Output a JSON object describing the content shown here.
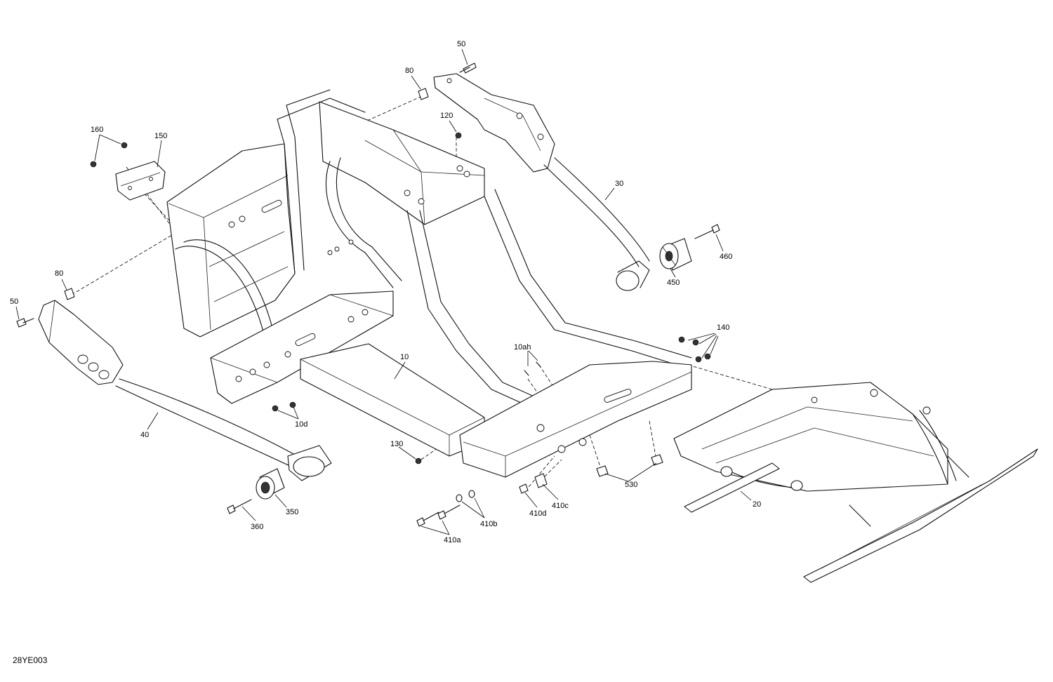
{
  "diagram_code": "28YE003",
  "callouts": {
    "c10": "10",
    "c10ah": "10ah",
    "c10d": "10d",
    "c20": "20",
    "c30": "30",
    "c40": "40",
    "c50_top": "50",
    "c50_left": "50",
    "c80_top": "80",
    "c80_left": "80",
    "c120": "120",
    "c130": "130",
    "c140": "140",
    "c150": "150",
    "c160": "160",
    "c350": "350",
    "c360": "360",
    "c410a": "410a",
    "c410b": "410b",
    "c410c": "410c",
    "c410d": "410d",
    "c450": "450",
    "c460": "460",
    "c530": "530"
  },
  "icons": {
    "bolt": "bolt-icon",
    "nut": "nut-icon",
    "washer": "washer-icon",
    "bushing": "bushing-icon",
    "clip": "clip-nut-icon"
  }
}
